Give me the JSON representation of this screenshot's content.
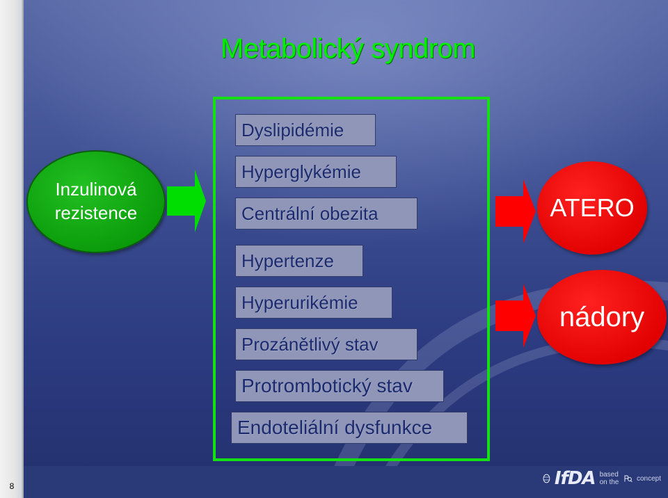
{
  "slide": {
    "title": "Metabolický syndrom",
    "page_number": "8"
  },
  "cause": {
    "label_line1": "Inzulinová",
    "label_line2": "rezistence",
    "color": "#0a9a0a"
  },
  "components": [
    "Dyslipidémie",
    "Hyperglykémie",
    "Centrální obezita",
    "Hypertenze",
    "Hyperurikémie",
    "Prozánětlivý stav",
    "Protrombotický stav",
    "Endoteliální dysfunkce"
  ],
  "outcomes": [
    {
      "label": "ATERO",
      "color": "#e00000"
    },
    {
      "label": "nádory",
      "color": "#e00000"
    }
  ],
  "footer": {
    "logo_mark": "IfDA",
    "logo_text": "based on the",
    "logo_text2": "concept"
  },
  "colors": {
    "frame_green": "#14e014",
    "title_green": "#00ee00",
    "box_fill": "#8f96b8",
    "box_text": "#1b2a6e"
  }
}
